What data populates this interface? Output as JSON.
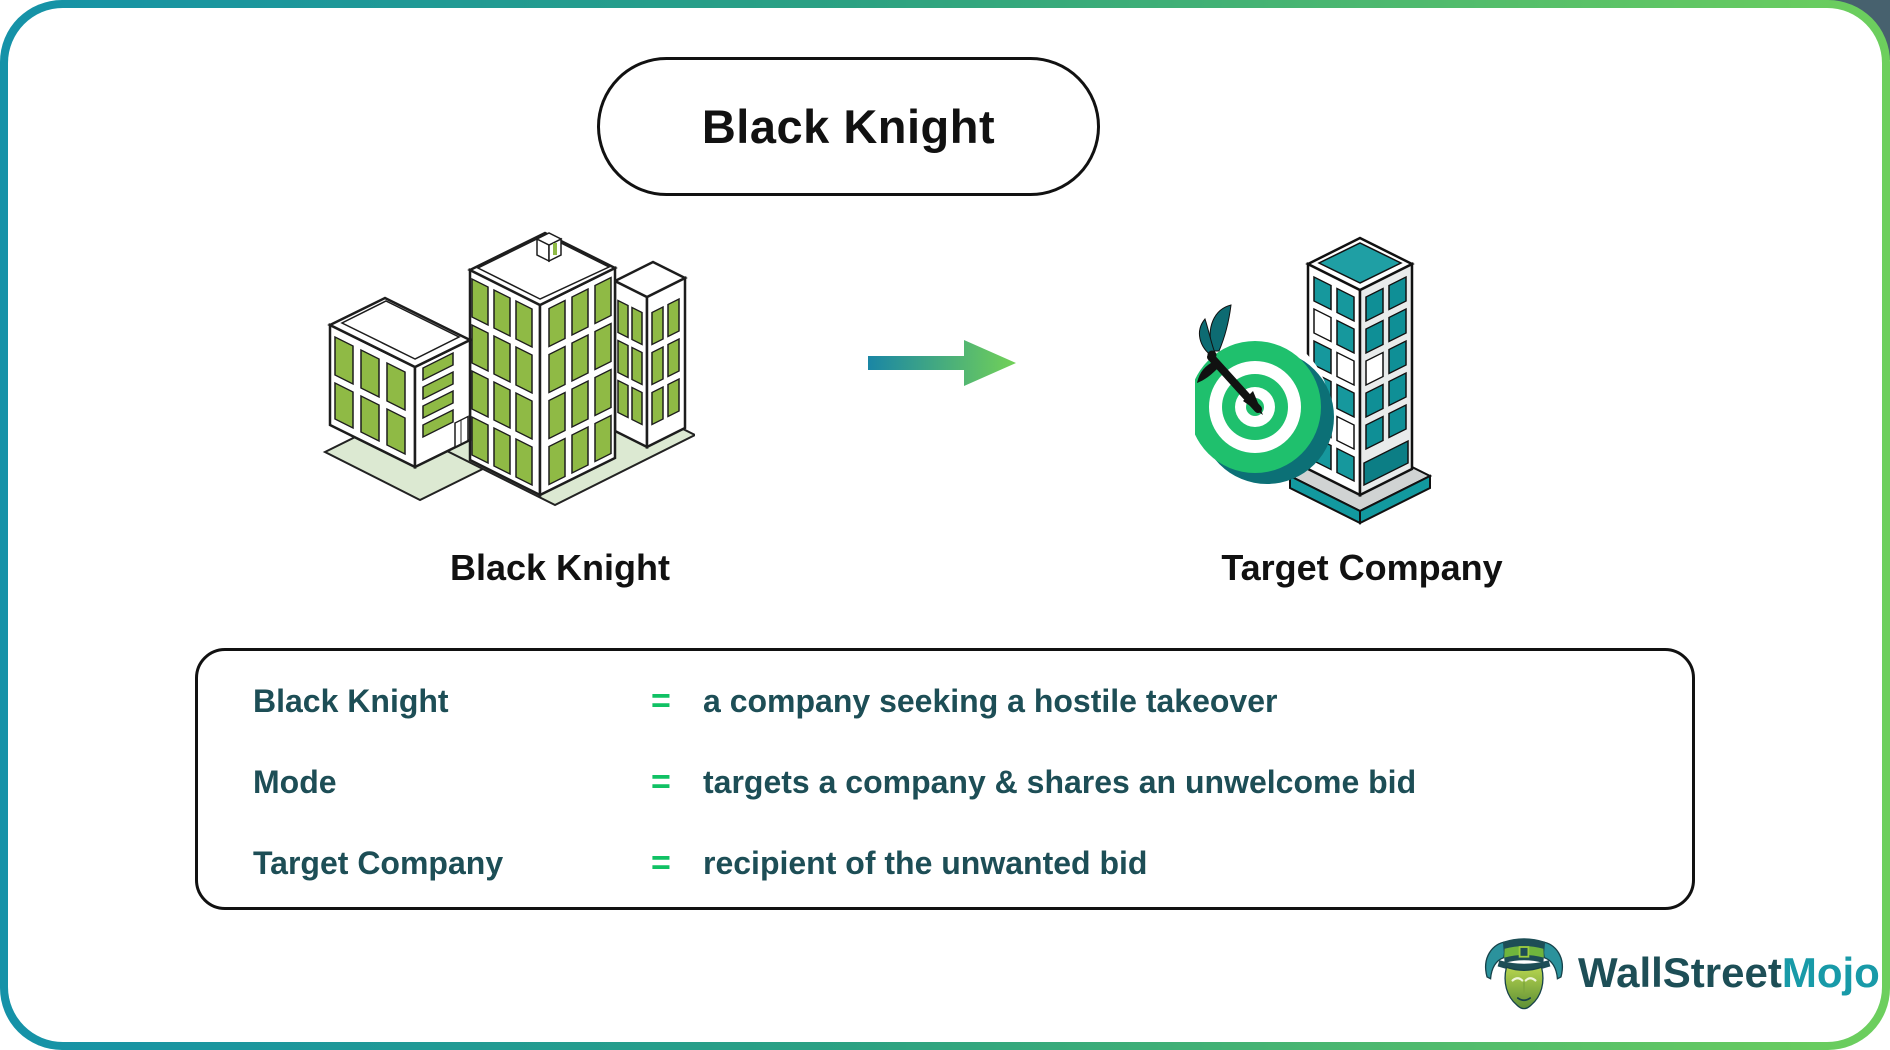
{
  "page": {
    "title_badge": "Black Knight"
  },
  "diagram": {
    "acquirer_label": "Black Knight",
    "target_label": "Target Company"
  },
  "definition_box": {
    "rows": [
      {
        "term": "Black Knight",
        "eq": "=",
        "text": "a company seeking a hostile takeover"
      },
      {
        "term": "Mode",
        "eq": "=",
        "text": "targets a company & shares an unwelcome bid"
      },
      {
        "term": "Target Company",
        "eq": "=",
        "text": "recipient of the unwanted bid"
      }
    ]
  },
  "branding": {
    "name_left": "WallStreet",
    "name_right": "Mojo"
  },
  "icons": {
    "left_illustration": "office-building-icon",
    "right_illustration": "target-building-icon",
    "between": "arrow-right-icon",
    "logo": "bull-mascot-icon"
  },
  "colors": {
    "border_gradient_start": "#1592a8",
    "border_gradient_end": "#6dcf5d",
    "arrow_gradient_start": "#1a86a5",
    "arrow_gradient_end": "#72d157",
    "term_text": "#1d4e56",
    "equals_green": "#10c164",
    "window_green": "#8fba45",
    "window_teal": "#16989d",
    "target_green": "#1fc06d",
    "target_shadow_teal": "#0c7076",
    "ground_green": "#dce9d2",
    "brand_dark": "#1d4e56",
    "brand_teal": "#189aa8",
    "corner_dark": "#47616e"
  }
}
